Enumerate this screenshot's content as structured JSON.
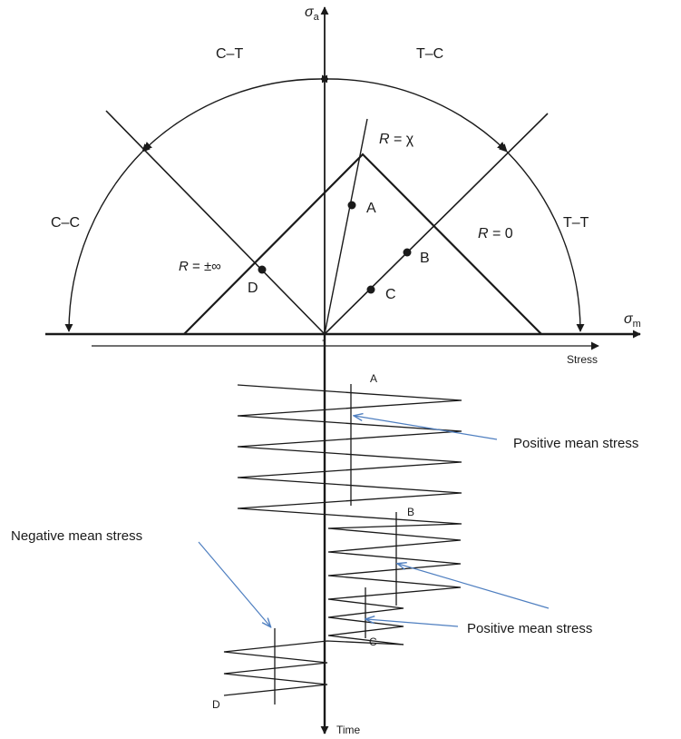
{
  "axes": {
    "sigma_a": {
      "symbol": "σ",
      "sub": "a"
    },
    "sigma_m": {
      "symbol": "σ",
      "sub": "m"
    },
    "origin_mark": "-",
    "stress": "Stress",
    "time": "Time"
  },
  "regions": {
    "ct": "C–T",
    "tc": "T–C",
    "cc": "C–C",
    "tt": "T–T"
  },
  "ratios": {
    "chi": {
      "symbol": "R",
      "rest": " = χ"
    },
    "zero": {
      "symbol": "R",
      "rest": " = 0"
    },
    "inf": {
      "symbol": "R",
      "rest": " = ±∞"
    }
  },
  "points": {
    "a": "A",
    "b": "B",
    "c": "C",
    "d": "D"
  },
  "annotations": {
    "pos_upper": "Positive mean stress",
    "neg": "Negative mean stress",
    "pos_lower": "Positive mean stress"
  },
  "colors": {
    "ink": "#1a1a1a",
    "annotation_arrow": "#4f7fc0"
  }
}
